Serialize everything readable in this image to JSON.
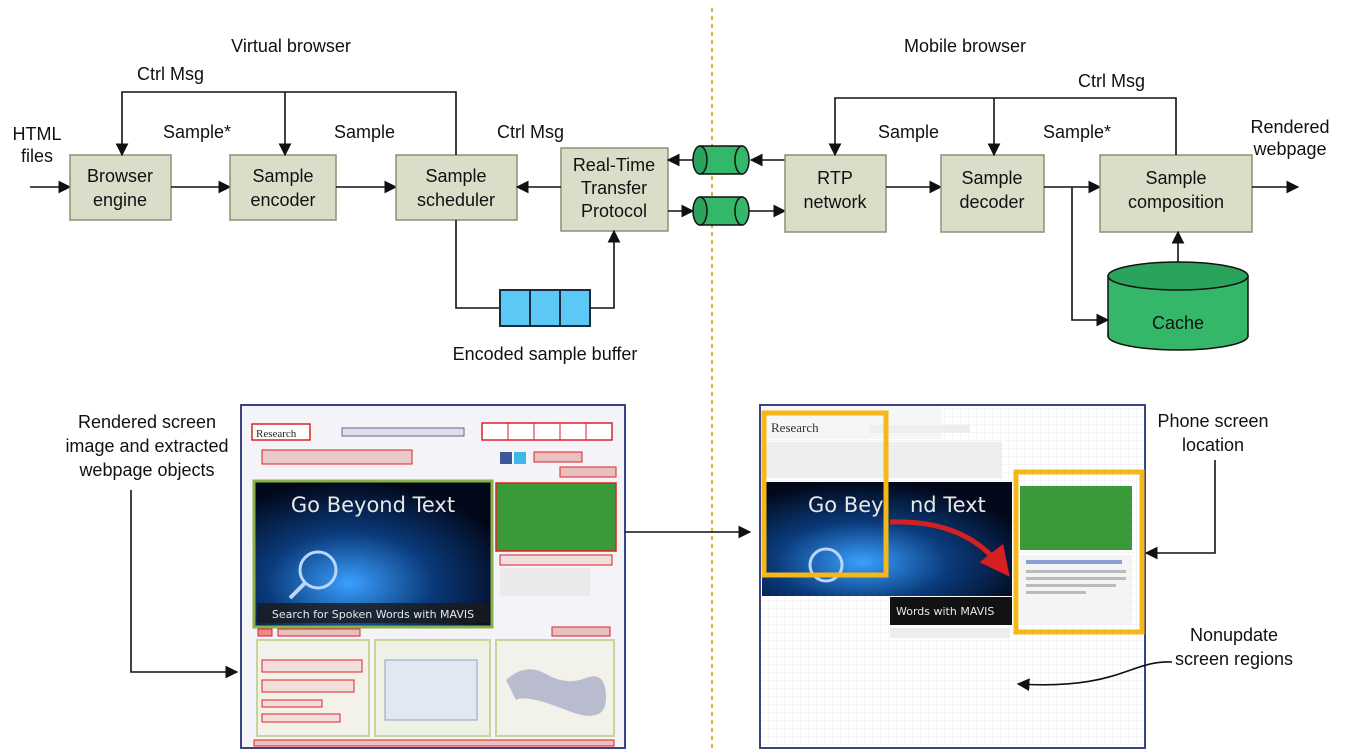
{
  "sections": {
    "virtual_browser": "Virtual browser",
    "mobile_browser": "Mobile browser"
  },
  "inputs": {
    "html_files": [
      "HTML",
      "files"
    ],
    "rendered_webpage": [
      "Rendered",
      "webpage"
    ]
  },
  "edge_labels": {
    "ctrl_msg": "Ctrl Msg",
    "sample": "Sample",
    "sample_star": "Sample*"
  },
  "blocks": {
    "browser_engine": [
      "Browser",
      "engine"
    ],
    "sample_encoder": [
      "Sample",
      "encoder"
    ],
    "sample_scheduler": [
      "Sample",
      "scheduler"
    ],
    "rtp_protocol": [
      "Real-Time",
      "Transfer",
      "Protocol"
    ],
    "rtp_network": [
      "RTP",
      "network"
    ],
    "sample_decoder": [
      "Sample",
      "decoder"
    ],
    "sample_composition": [
      "Sample",
      "composition"
    ],
    "cache": "Cache"
  },
  "buffer_label": "Encoded sample buffer",
  "annotations": {
    "rendered_screen": [
      "Rendered screen",
      "image and extracted",
      "webpage objects"
    ],
    "phone_screen": [
      "Phone screen",
      "location"
    ],
    "nonupdate": [
      "Nonupdate",
      "screen regions"
    ]
  },
  "screenshot": {
    "logo": "Research",
    "banner_title": "Go Beyond Text",
    "banner_caption": "Search for Spoken Words with MAVIS",
    "banner_caption_partial": "Words with MAVIS",
    "banner_title_left": "Go Bey",
    "banner_title_right": "nd Text"
  },
  "colors": {
    "block_fill": "#d9dec9",
    "buffer_fill": "#5bc8f5",
    "cylinder_fill": "#35b76a",
    "divider": "#c9b73a",
    "highlight": "#f5b81a",
    "arrow_red": "#d42020"
  }
}
